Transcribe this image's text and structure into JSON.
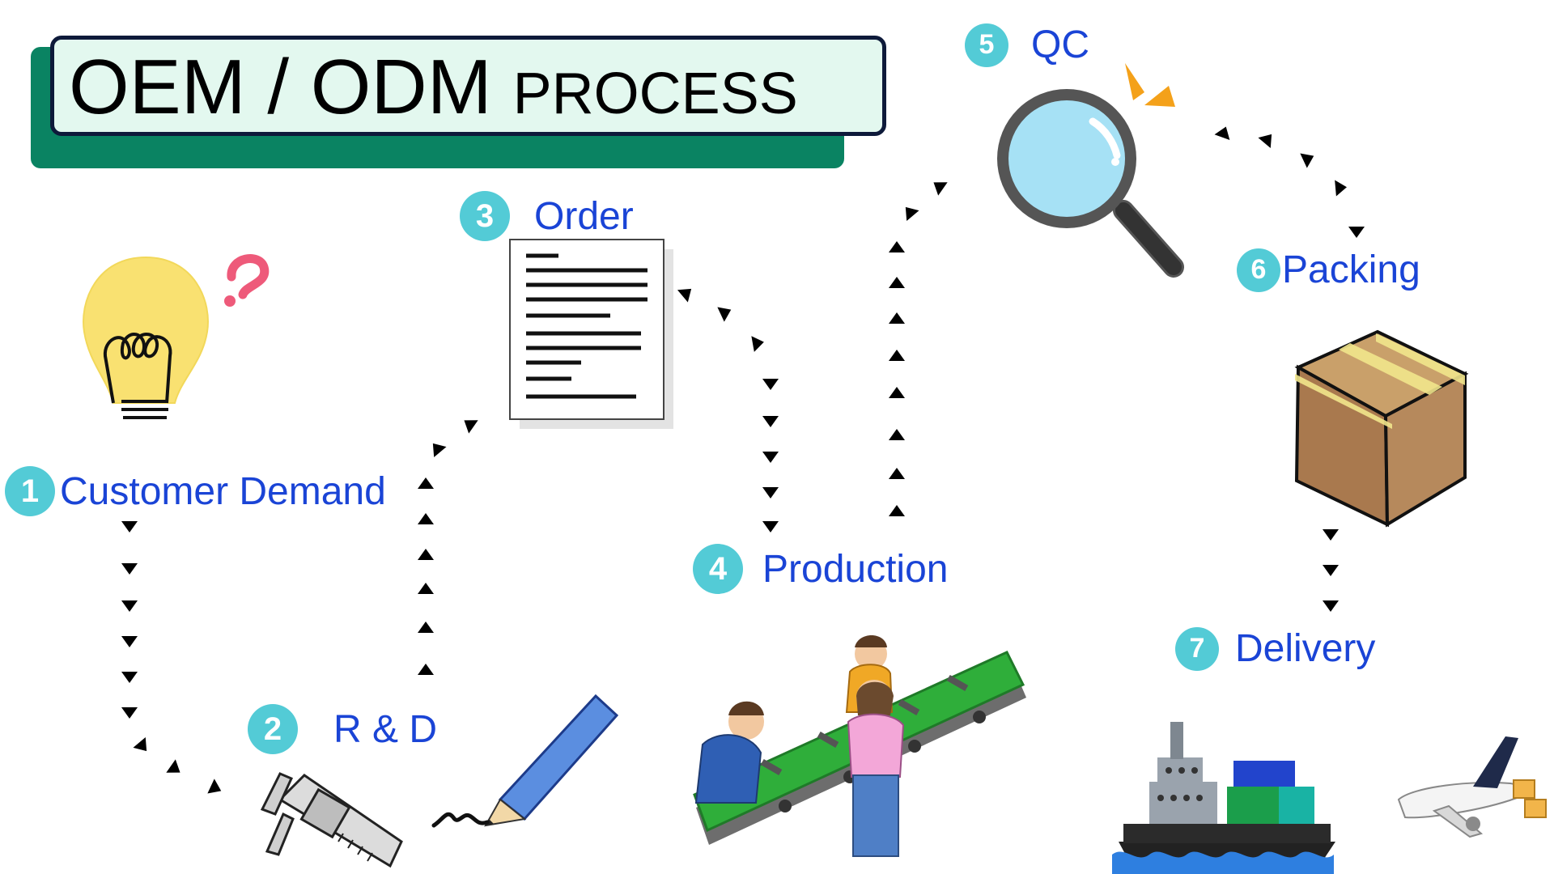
{
  "title": {
    "main": "OEM / ODM",
    "sub": "PROCESS"
  },
  "steps": [
    {
      "number": "1",
      "label": "Customer Demand",
      "icon": "lightbulb-question-icon"
    },
    {
      "number": "2",
      "label": "R & D",
      "icon": "caliper-pencil-icon"
    },
    {
      "number": "3",
      "label": "Order",
      "icon": "document-icon"
    },
    {
      "number": "4",
      "label": "Production",
      "icon": "conveyor-workers-icon"
    },
    {
      "number": "5",
      "label": "QC",
      "icon": "magnifier-icon"
    },
    {
      "number": "6",
      "label": "Packing",
      "icon": "box-icon"
    },
    {
      "number": "7",
      "label": "Delivery",
      "icon": "ship-airplane-icon"
    }
  ],
  "colors": {
    "title_shadow": "#0a8362",
    "title_fill": "#e3f8ef",
    "badge": "#53cbd6",
    "label": "#1a44d6",
    "arrow": "#000000"
  }
}
